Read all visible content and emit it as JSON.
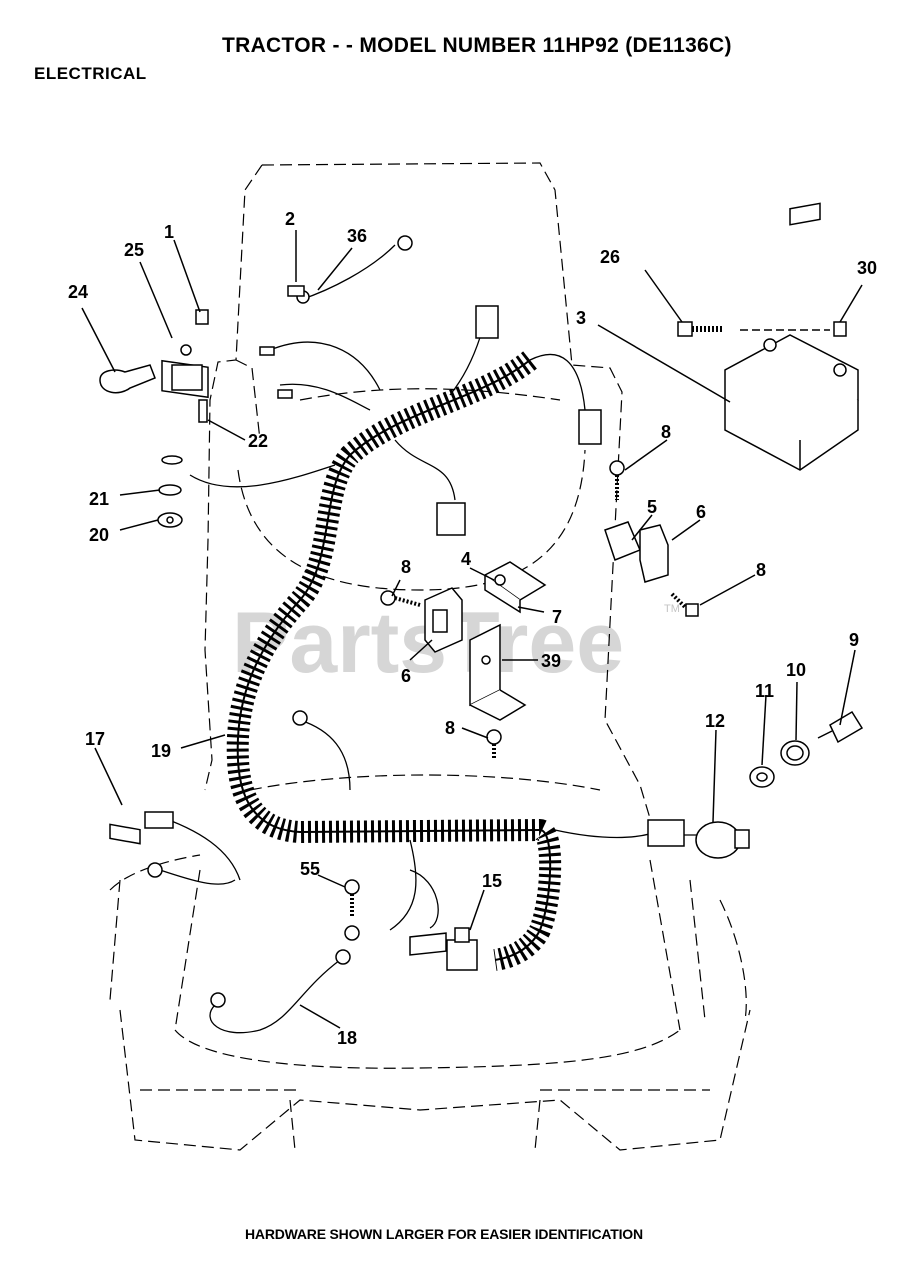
{
  "header": {
    "title": "TRACTOR - - MODEL NUMBER 11HP92 (DE1136C)",
    "section": "ELECTRICAL"
  },
  "watermark": {
    "text": "PartsTree",
    "tm": "TM"
  },
  "footer": {
    "note": "HARDWARE SHOWN LARGER FOR EASIER IDENTIFICATION"
  },
  "callouts": {
    "c1": "1",
    "c2": "2",
    "c3": "3",
    "c4": "4",
    "c5": "5",
    "c6a": "6",
    "c6b": "6",
    "c7": "7",
    "c8a": "8",
    "c8b": "8",
    "c8c": "8",
    "c8d": "8",
    "c9": "9",
    "c10": "10",
    "c11": "11",
    "c12": "12",
    "c15": "15",
    "c17": "17",
    "c18": "18",
    "c19": "19",
    "c20": "20",
    "c21": "21",
    "c22": "22",
    "c24": "24",
    "c25": "25",
    "c26": "26",
    "c30": "30",
    "c36": "36",
    "c39": "39",
    "c55": "55"
  },
  "colors": {
    "ink": "#000000",
    "watermark": "#d6d6d6",
    "background": "#ffffff"
  }
}
